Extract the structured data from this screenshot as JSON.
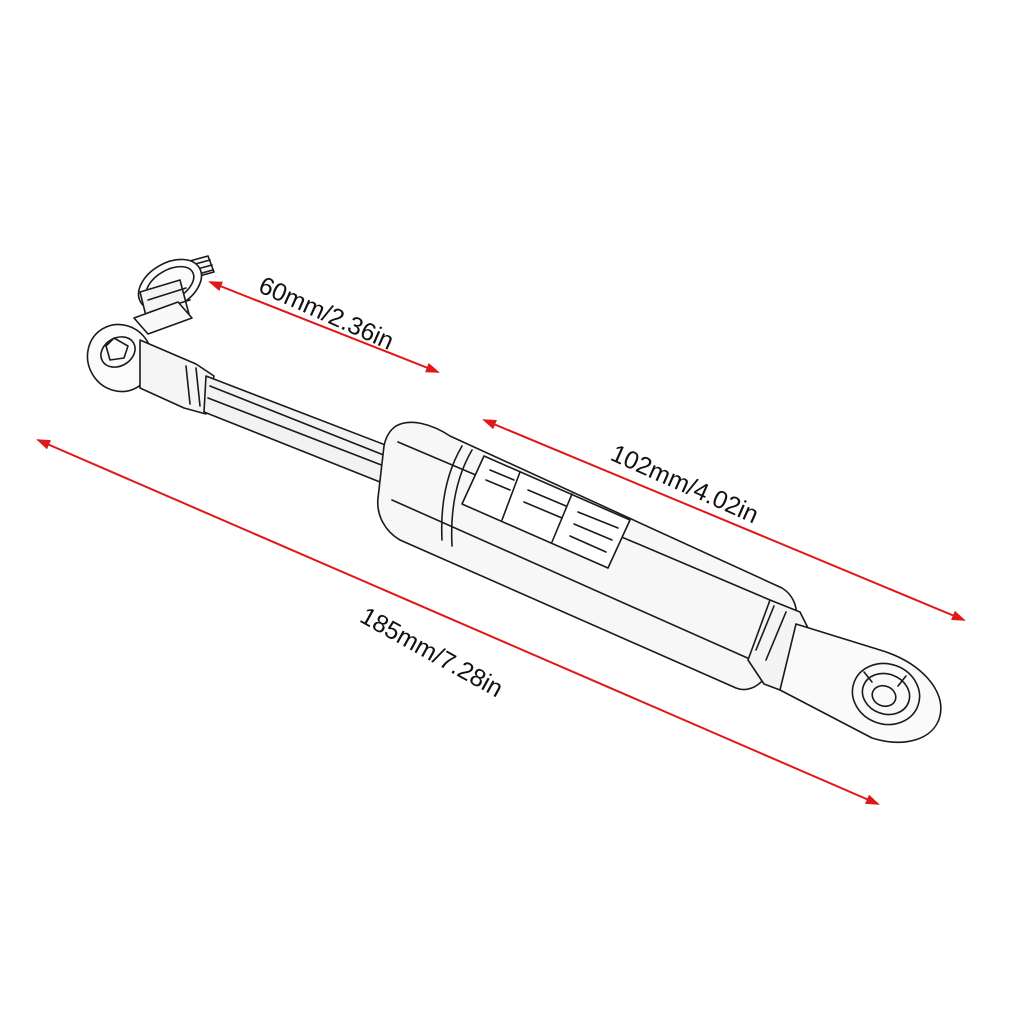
{
  "colors": {
    "arrow": "#e01818",
    "outline": "#1a1a1a",
    "background": "#ffffff"
  },
  "dimensions": {
    "rod_length": "60mm/2.36in",
    "body_length": "102mm/4.02in",
    "total_length": "185mm/7.28in"
  },
  "icons": {
    "product": "gas-spring-strut-drawing",
    "arrows": "red-double-arrow"
  }
}
